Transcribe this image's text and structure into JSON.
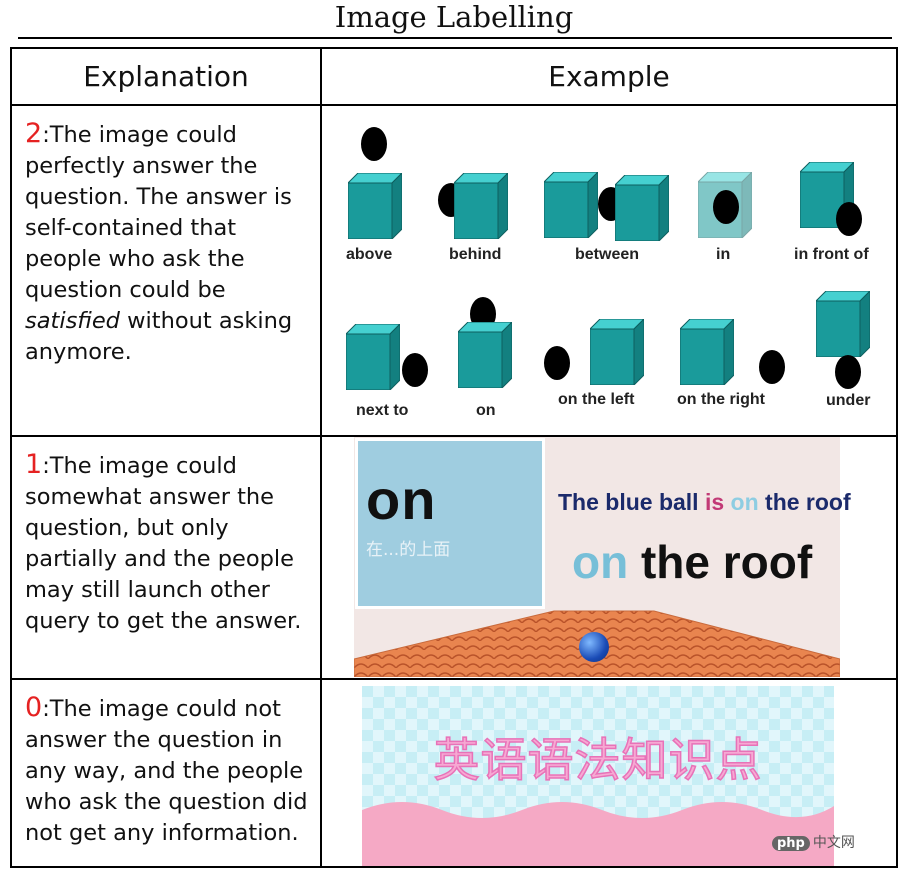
{
  "title": "Image Labelling",
  "headers": {
    "explanation": "Explanation",
    "example": "Example"
  },
  "rows": [
    {
      "score": "2",
      "text_before": ":The image could perfectly answer the question. The answer is self-contained that people who ask the question could be ",
      "text_emphasis": "satisfied",
      "text_after": " without asking anymore."
    },
    {
      "score": "1",
      "text_before": ":The image could somewhat answer the question, but only partially and the people may still launch other query to get the answer.",
      "text_emphasis": "",
      "text_after": ""
    },
    {
      "score": "0",
      "text_before": ":The image could not answer the question in any way, and the people who ask the question did not get any information.",
      "text_emphasis": "",
      "text_after": ""
    }
  ],
  "prepositions": {
    "labels": [
      "above",
      "behind",
      "between",
      "in",
      "in front of",
      "next to",
      "on",
      "on the left",
      "on the right",
      "under"
    ]
  },
  "roof_example": {
    "on_word": "on",
    "chinese_caption": "在...的上面",
    "sentence_the_blue_ball": "The blue ball ",
    "sentence_is": "is ",
    "sentence_on": "on",
    "sentence_the_roof": " the roof",
    "big_on": "on",
    "big_the_roof": " the roof"
  },
  "pattern_example": {
    "chinese_title": "英语语法知识点",
    "watermark_logo": "php",
    "watermark_text": "中文网"
  },
  "colors": {
    "score": "#e52222",
    "cube_front": "#1a9b9b",
    "cube_top": "#45d0d0",
    "cube_side": "#138080"
  }
}
